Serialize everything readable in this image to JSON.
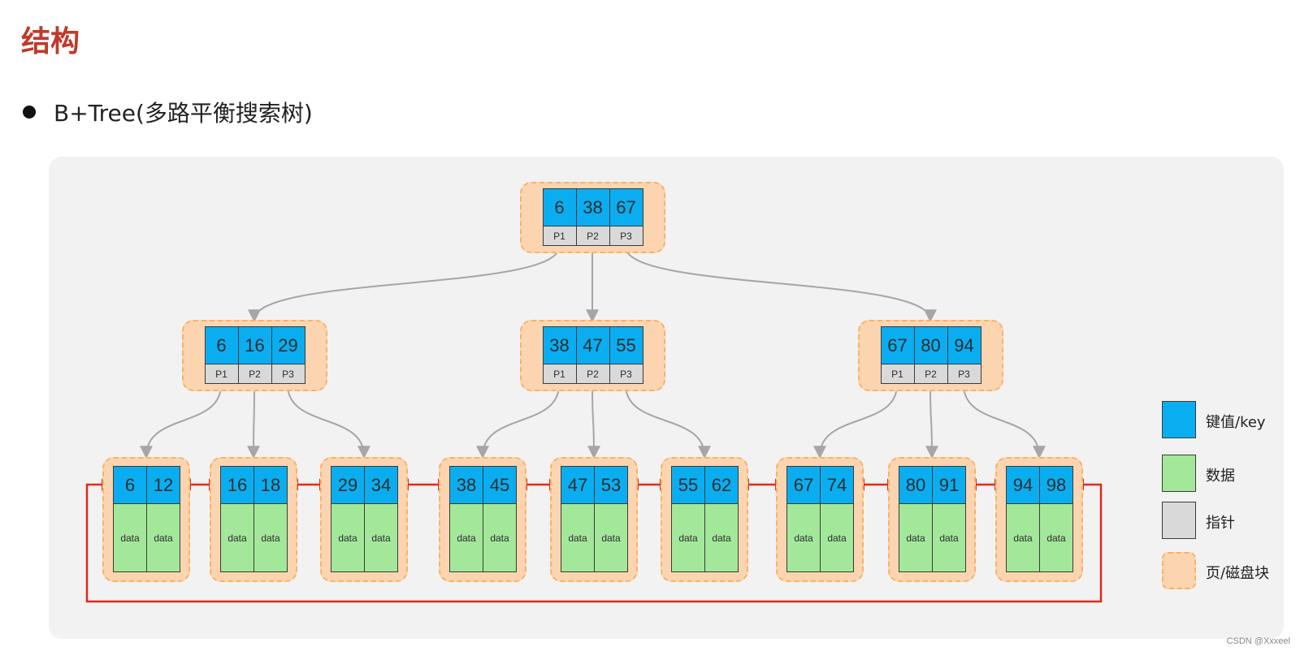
{
  "title": "结构",
  "bullet": "B+Tree(多路平衡搜索树)",
  "colors": {
    "key": "#0aaef0",
    "data": "#a3e89a",
    "pointer": "#d9d9d9",
    "page": "#fcd5b0",
    "leaf_link": "#e02a1b",
    "tree_edge": "#a6a6a6"
  },
  "tree": {
    "root": {
      "keys": [
        "6",
        "38",
        "67"
      ],
      "pointers": [
        "P1",
        "P2",
        "P3"
      ]
    },
    "internal": [
      {
        "keys": [
          "6",
          "16",
          "29"
        ],
        "pointers": [
          "P1",
          "P2",
          "P3"
        ]
      },
      {
        "keys": [
          "38",
          "47",
          "55"
        ],
        "pointers": [
          "P1",
          "P2",
          "P3"
        ]
      },
      {
        "keys": [
          "67",
          "80",
          "94"
        ],
        "pointers": [
          "P1",
          "P2",
          "P3"
        ]
      }
    ],
    "leaves": [
      {
        "keys": [
          "6",
          "12"
        ],
        "data": [
          "data",
          "data"
        ]
      },
      {
        "keys": [
          "16",
          "18"
        ],
        "data": [
          "data",
          "data"
        ]
      },
      {
        "keys": [
          "29",
          "34"
        ],
        "data": [
          "data",
          "data"
        ]
      },
      {
        "keys": [
          "38",
          "45"
        ],
        "data": [
          "data",
          "data"
        ]
      },
      {
        "keys": [
          "47",
          "53"
        ],
        "data": [
          "data",
          "data"
        ]
      },
      {
        "keys": [
          "55",
          "62"
        ],
        "data": [
          "data",
          "data"
        ]
      },
      {
        "keys": [
          "67",
          "74"
        ],
        "data": [
          "data",
          "data"
        ]
      },
      {
        "keys": [
          "80",
          "91"
        ],
        "data": [
          "data",
          "data"
        ]
      },
      {
        "keys": [
          "94",
          "98"
        ],
        "data": [
          "data",
          "data"
        ]
      }
    ]
  },
  "legend": [
    {
      "label": "键值/key",
      "swatch": "key"
    },
    {
      "label": "数据",
      "swatch": "data"
    },
    {
      "label": "指针",
      "swatch": "pointer"
    },
    {
      "label": "页/磁盘块",
      "swatch": "page"
    }
  ],
  "watermark": "CSDN @Xxxeel"
}
